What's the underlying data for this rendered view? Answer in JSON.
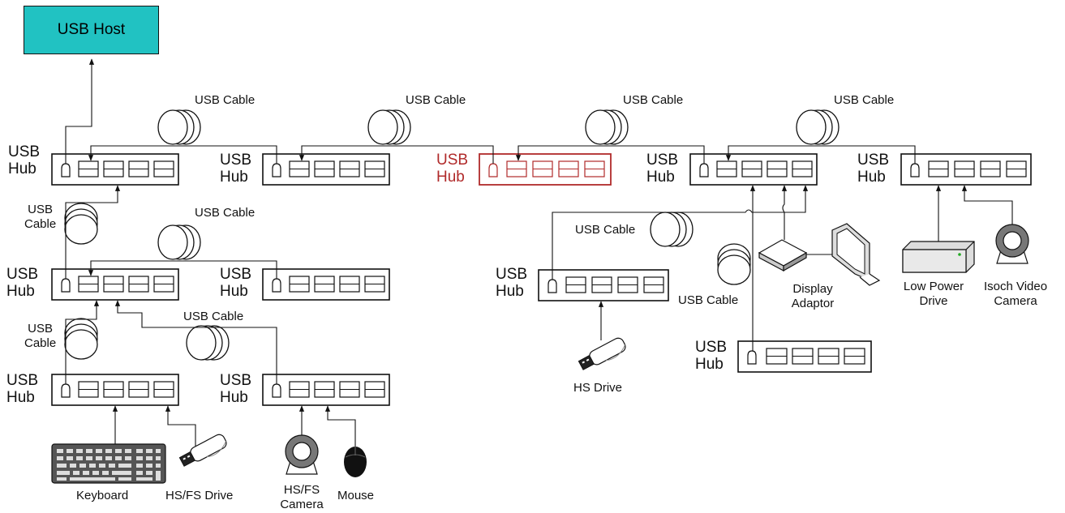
{
  "host": {
    "label": "USB Host"
  },
  "hub_label_line1": "USB",
  "hub_label_line2": "Hub",
  "cable_label": "USB Cable",
  "cable_label_stacked_line1": "USB",
  "cable_label_stacked_line2": "Cable",
  "devices": {
    "keyboard": "Keyboard",
    "hsfs_drive": "HS/FS Drive",
    "hsfs_camera_line1": "HS/FS",
    "hsfs_camera_line2": "Camera",
    "mouse": "Mouse",
    "hs_drive": "HS Drive",
    "display_adaptor_line1": "Display",
    "display_adaptor_line2": "Adaptor",
    "low_power_drive_line1": "Low Power",
    "low_power_drive_line2": "Drive",
    "isoch_camera_line1": "Isoch Video",
    "isoch_camera_line2": "Camera"
  },
  "colors": {
    "host_fill": "#21c2c2",
    "highlight_hub": "#b02a2a",
    "line": "#111111"
  }
}
